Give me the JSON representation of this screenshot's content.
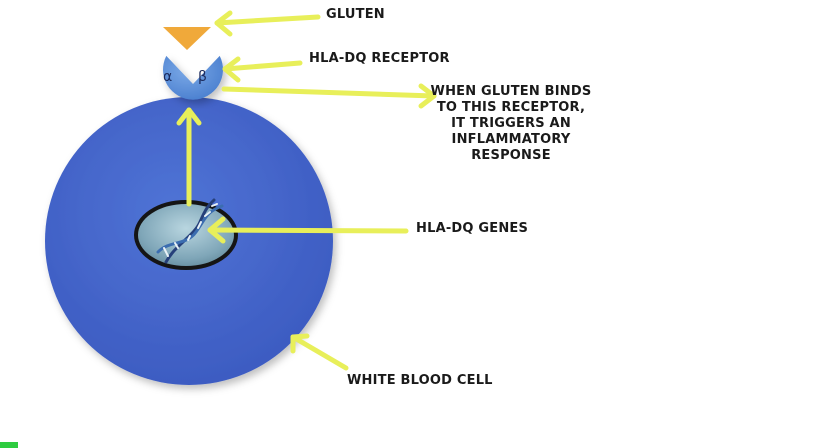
{
  "labels": {
    "gluten": "GLUTEN",
    "receptor": "HLA-DQ RECEPTOR",
    "response": [
      "WHEN GLUTEN BINDS",
      "TO THIS RECEPTOR,",
      "IT TRIGGERS AN",
      "INFLAMMATORY",
      "RESPONSE"
    ],
    "genes": "HLA-DQ GENES",
    "cell": "WHITE BLOOD CELL"
  },
  "receptor_subunits": {
    "alpha": "α",
    "beta": "β"
  },
  "colors": {
    "cell": "#4566c9",
    "receptor": "#5b8fd6",
    "gluten": "#f0a93a",
    "nucleus": "#8fb3c4",
    "arrow": "#e8ef5a"
  }
}
